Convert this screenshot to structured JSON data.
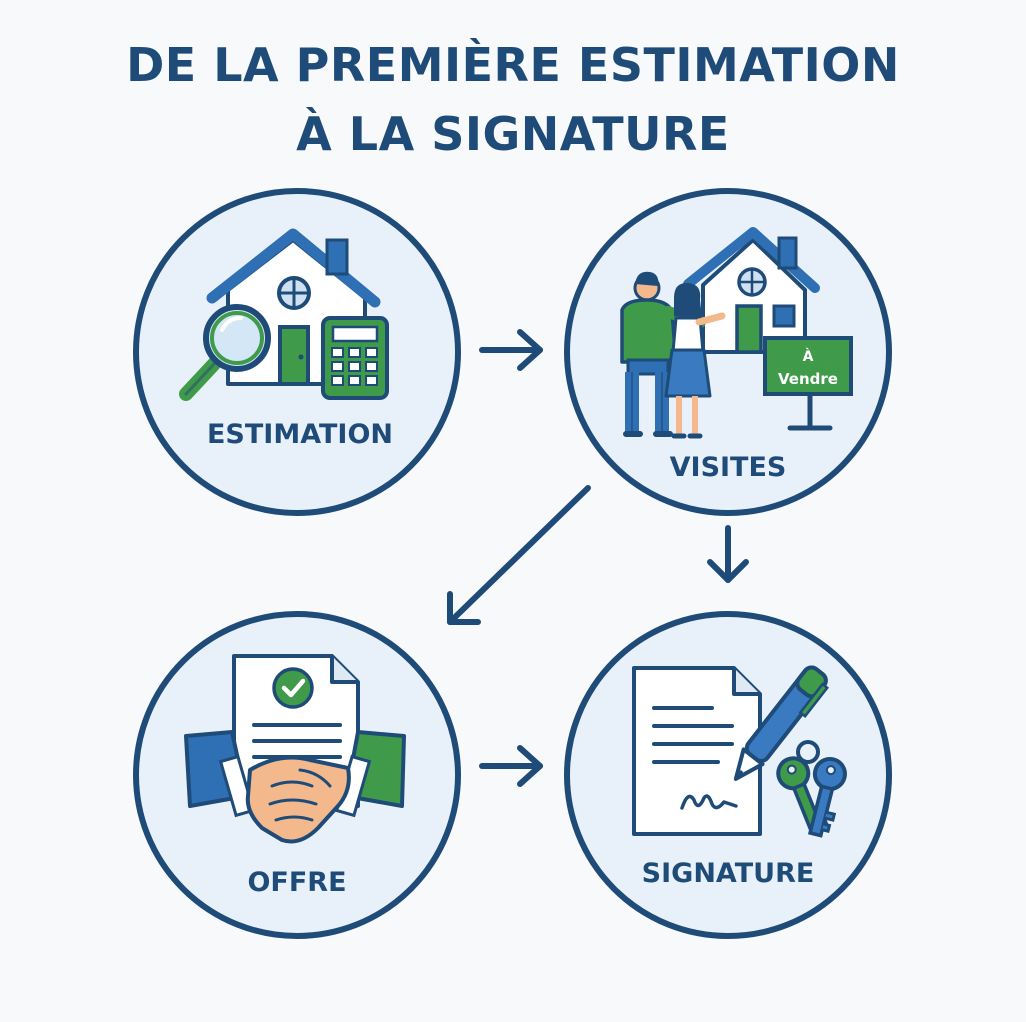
{
  "title": {
    "line1": "DE LA PREMIÈRE ESTIMATION",
    "line2": "À LA SIGNATURE"
  },
  "steps": {
    "estimation": {
      "label": "ESTIMATION",
      "icons": [
        "house-icon",
        "magnifying-glass-icon",
        "calculator-icon"
      ]
    },
    "visites": {
      "label": "VISITES",
      "icons": [
        "house-icon",
        "couple-icon",
        "for-sale-sign-icon"
      ],
      "sign_line1": "À",
      "sign_line2": "Vendre"
    },
    "offre": {
      "label": "OFFRE",
      "icons": [
        "document-check-icon",
        "handshake-icon"
      ]
    },
    "signature": {
      "label": "SIGNATURE",
      "icons": [
        "contract-icon",
        "pen-icon",
        "keys-icon"
      ]
    }
  },
  "colors": {
    "navy": "#1f4b78",
    "blue": "#3a7ac0",
    "green": "#3f9a4a",
    "circle_fill": "#e8f1f9",
    "background": "#f7f9fb"
  }
}
